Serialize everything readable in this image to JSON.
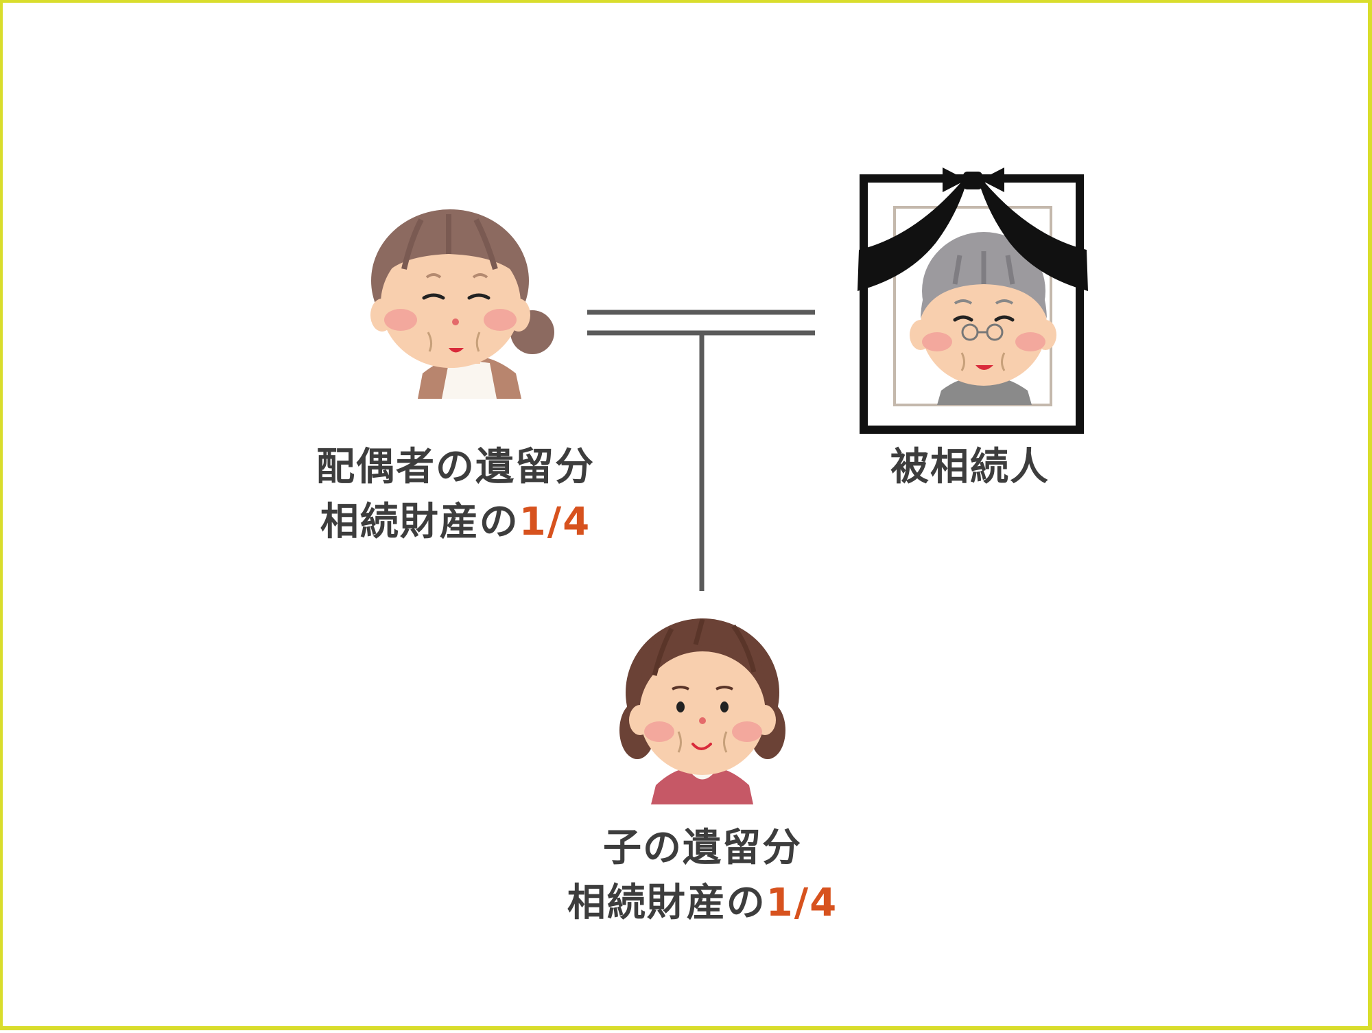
{
  "spouse": {
    "title": "配偶者の遺留分",
    "share_prefix": "相続財産の",
    "share_value": "1/4"
  },
  "deceased": {
    "title": "被相続人"
  },
  "child": {
    "title": "子の遺留分",
    "share_prefix": "相続財産の",
    "share_value": "1/4"
  },
  "colors": {
    "text": "#3d3d3d",
    "accent": "#d7521e",
    "line": "#5a5a5a",
    "border": "#d9dd2c",
    "memorial_frame": "#111111"
  },
  "icons": {
    "spouse": "elderly-woman-icon",
    "deceased": "memorial-portrait-icon",
    "child": "middle-aged-woman-icon"
  }
}
